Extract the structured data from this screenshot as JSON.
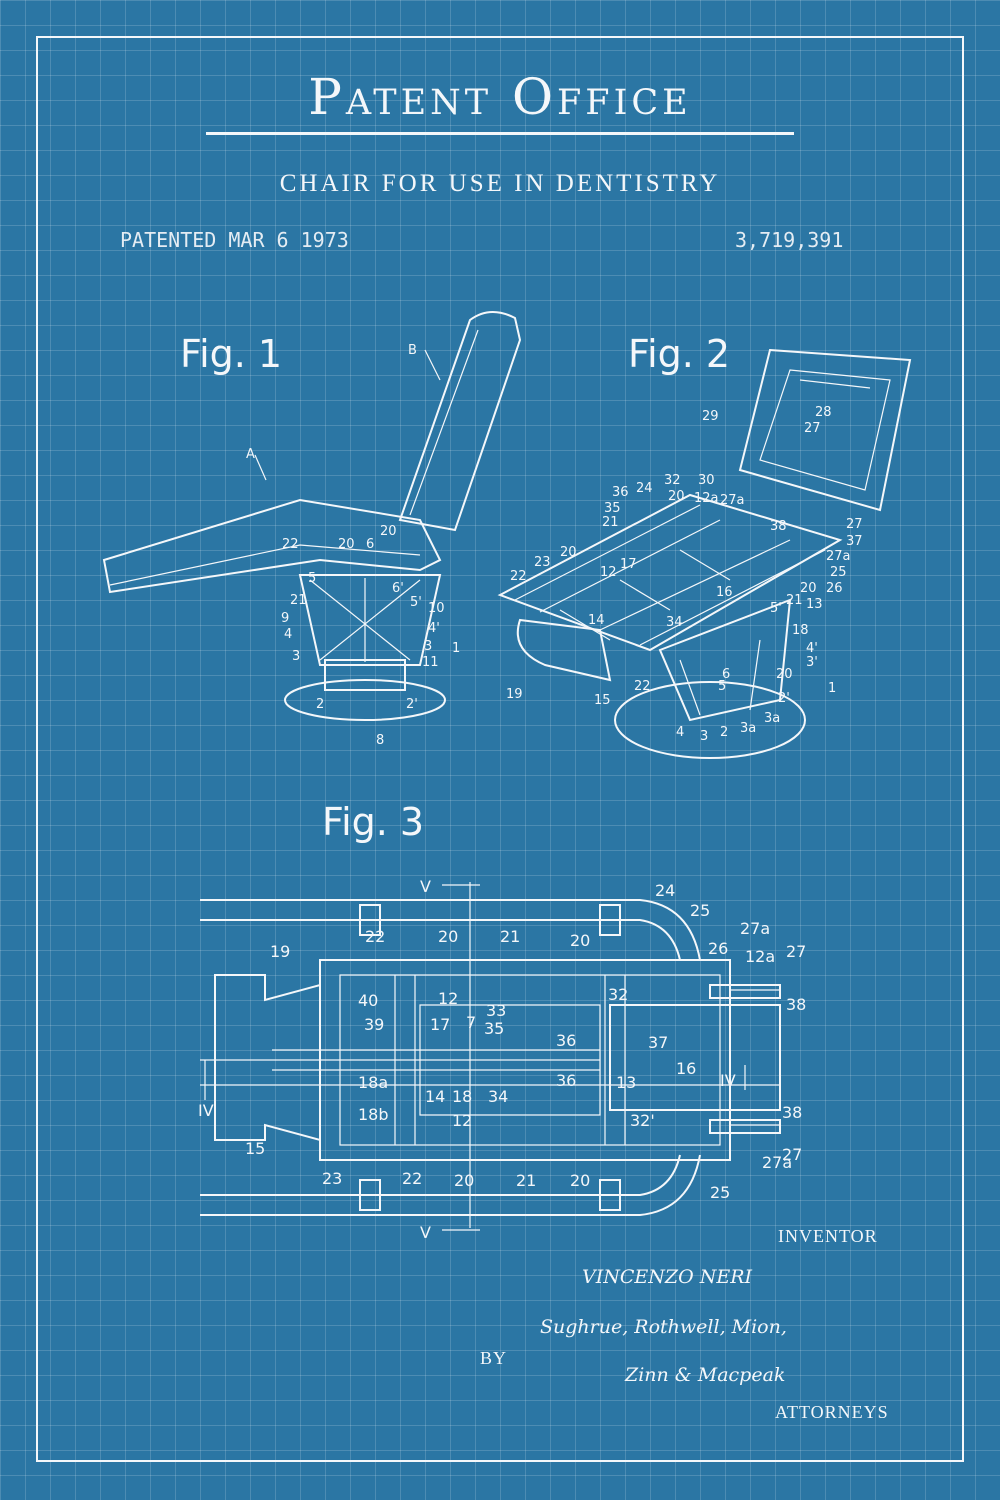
{
  "header": {
    "title": "Patent Office",
    "subtitle": "CHAIR FOR USE IN DENTISTRY",
    "patented_stamp": "PATENTED MAR  6 1973",
    "patent_number": "3,719,391"
  },
  "figures": {
    "fig1": {
      "label": "Fig. 1",
      "callouts": [
        "A",
        "B",
        "22",
        "20",
        "6",
        "20",
        "5",
        "6'",
        "21",
        "5'",
        "9",
        "10",
        "4",
        "4'",
        "3",
        "3",
        "11",
        "1",
        "2",
        "2'",
        "8"
      ]
    },
    "fig2": {
      "label": "Fig. 2",
      "callouts": [
        "29",
        "28",
        "27",
        "36",
        "24",
        "32",
        "30",
        "35",
        "20",
        "12a",
        "27a",
        "21",
        "38",
        "27",
        "37",
        "23",
        "20",
        "12",
        "17",
        "27a",
        "22",
        "25",
        "26",
        "16",
        "20",
        "14",
        "34",
        "5'",
        "21",
        "13",
        "18",
        "4'",
        "3'",
        "20",
        "19",
        "15",
        "22",
        "5",
        "6",
        "2'",
        "1",
        "4",
        "3",
        "2",
        "3a",
        "3a"
      ]
    },
    "fig3": {
      "label": "Fig. 3",
      "callouts": [
        "V",
        "24",
        "25",
        "22",
        "20",
        "21",
        "20",
        "26",
        "27a",
        "12a",
        "27",
        "19",
        "40",
        "12",
        "32",
        "38",
        "39",
        "17",
        "7",
        "33",
        "35",
        "36",
        "37",
        "16",
        "IV",
        "18a",
        "14",
        "18",
        "34",
        "36",
        "13",
        "IV",
        "18b",
        "12",
        "32'",
        "38",
        "15",
        "27a",
        "27",
        "23",
        "22",
        "20",
        "21",
        "20",
        "25",
        "V"
      ]
    }
  },
  "inventor": {
    "label": "INVENTOR",
    "name": "VINCENZO   NERI"
  },
  "attorneys": {
    "by_label": "BY",
    "line1": "Sughrue, Rothwell, Mion,",
    "line2": "Zinn & Macpeak",
    "label": "ATTORNEYS"
  },
  "colors": {
    "background": "#2b76a4",
    "ink": "#f4f7fa"
  }
}
